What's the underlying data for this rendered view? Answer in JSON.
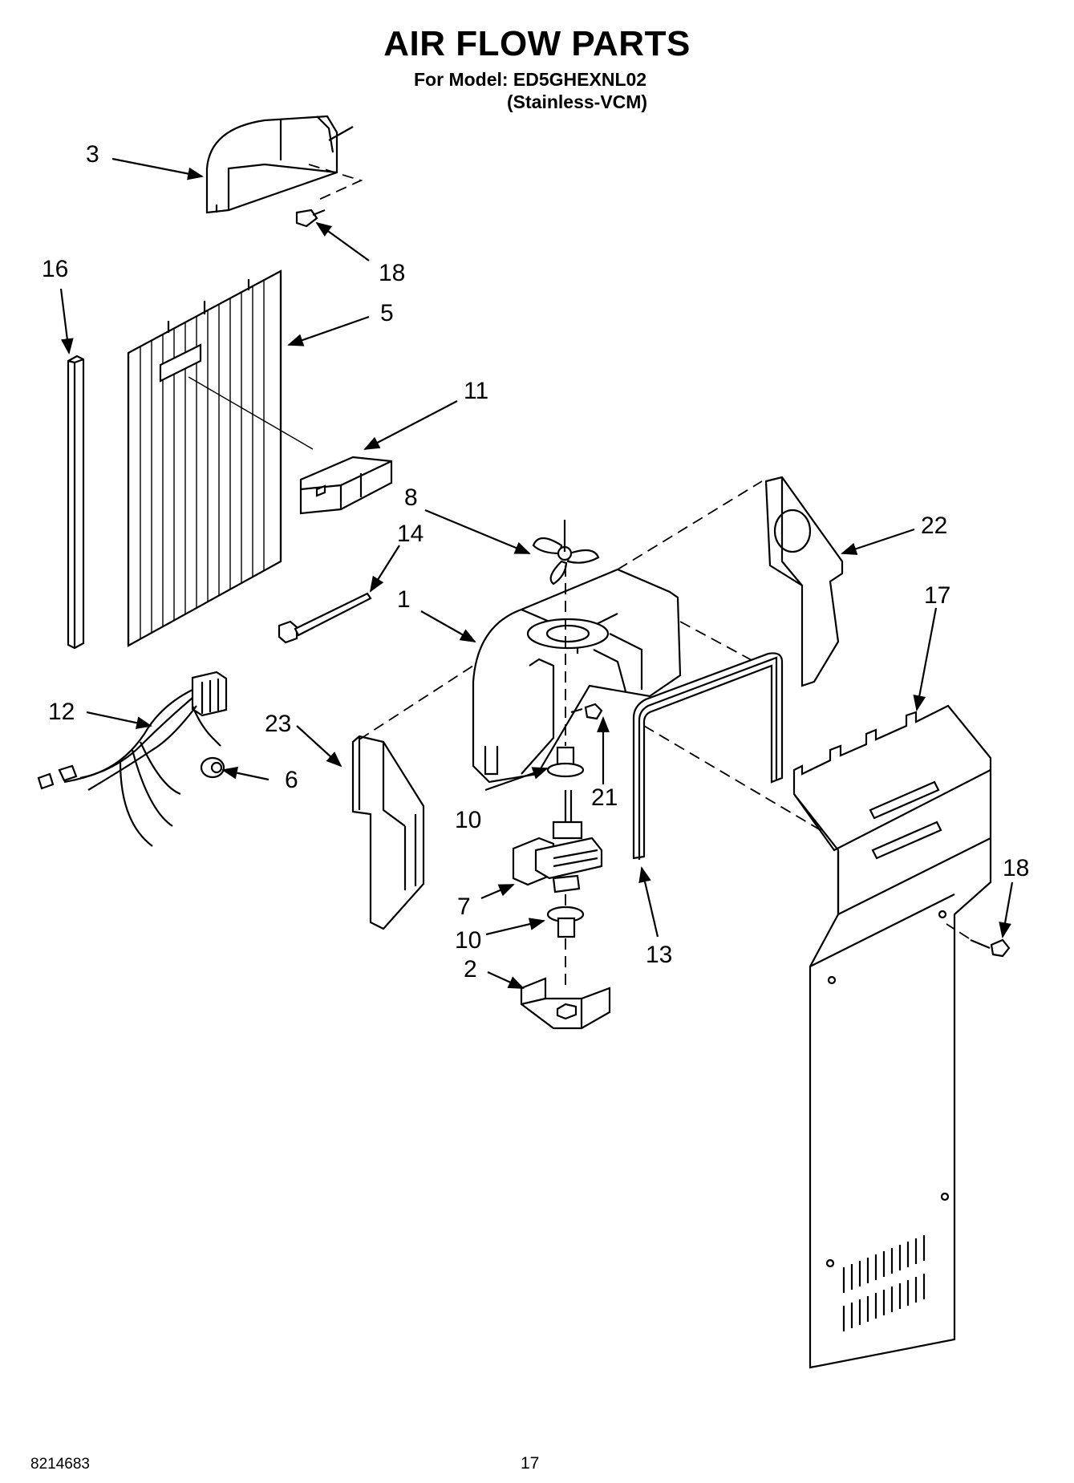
{
  "header": {
    "title": "AIR FLOW PARTS",
    "model_line": "For Model: ED5GHEXNL02",
    "variant_line": "(Stainless-VCM)"
  },
  "footer": {
    "doc_number": "8214683",
    "page_number": "17"
  },
  "callouts": {
    "c1": "1",
    "c2": "2",
    "c3": "3",
    "c5": "5",
    "c6": "6",
    "c7": "7",
    "c8": "8",
    "c10a": "10",
    "c10b": "10",
    "c11": "11",
    "c12": "12",
    "c13": "13",
    "c14": "14",
    "c16": "16",
    "c17": "17",
    "c18a": "18",
    "c18b": "18",
    "c21": "21",
    "c22": "22",
    "c23": "23"
  }
}
